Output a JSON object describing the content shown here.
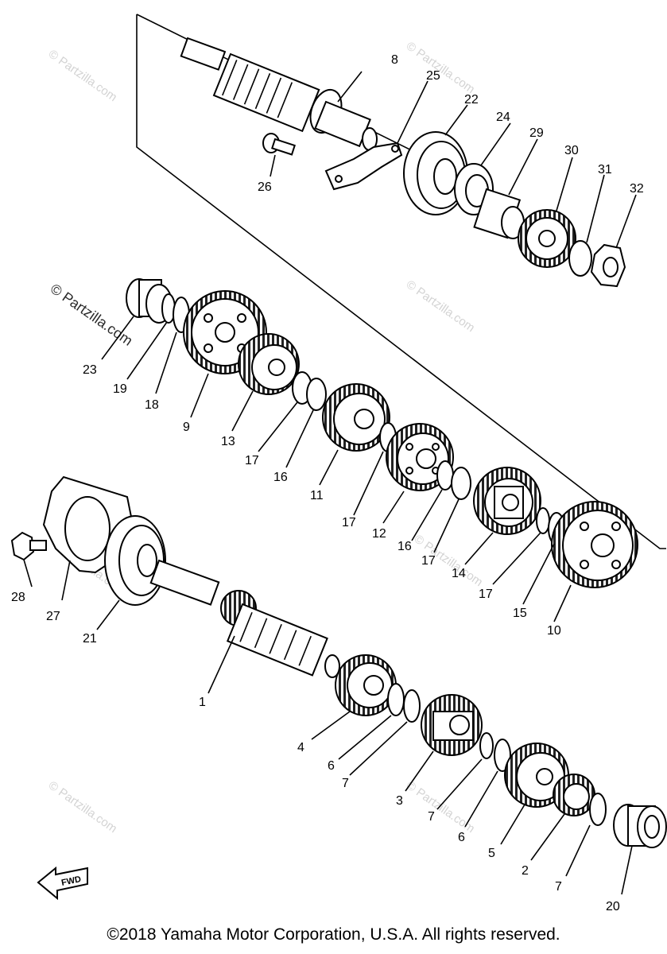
{
  "footer": {
    "copyright": "©2018 Yamaha Motor Corporation, U.S.A. All rights reserved."
  },
  "watermarks": {
    "main": "© Partzilla.com",
    "faint": "© Partzilla.com"
  },
  "fwd_label": "FWD",
  "callouts": [
    {
      "id": "p8",
      "text": "8"
    },
    {
      "id": "p25",
      "text": "25"
    },
    {
      "id": "p22",
      "text": "22"
    },
    {
      "id": "p24",
      "text": "24"
    },
    {
      "id": "p29",
      "text": "29"
    },
    {
      "id": "p30",
      "text": "30"
    },
    {
      "id": "p31",
      "text": "31"
    },
    {
      "id": "p32",
      "text": "32"
    },
    {
      "id": "p26",
      "text": "26"
    },
    {
      "id": "p23",
      "text": "23"
    },
    {
      "id": "p19",
      "text": "19"
    },
    {
      "id": "p18",
      "text": "18"
    },
    {
      "id": "p9",
      "text": "9"
    },
    {
      "id": "p13",
      "text": "13"
    },
    {
      "id": "p17a",
      "text": "17"
    },
    {
      "id": "p16a",
      "text": "16"
    },
    {
      "id": "p11",
      "text": "11"
    },
    {
      "id": "p17b",
      "text": "17"
    },
    {
      "id": "p12",
      "text": "12"
    },
    {
      "id": "p16b",
      "text": "16"
    },
    {
      "id": "p17c",
      "text": "17"
    },
    {
      "id": "p14",
      "text": "14"
    },
    {
      "id": "p17d",
      "text": "17"
    },
    {
      "id": "p15",
      "text": "15"
    },
    {
      "id": "p10",
      "text": "10"
    },
    {
      "id": "p28",
      "text": "28"
    },
    {
      "id": "p27",
      "text": "27"
    },
    {
      "id": "p21",
      "text": "21"
    },
    {
      "id": "p1",
      "text": "1"
    },
    {
      "id": "p4",
      "text": "4"
    },
    {
      "id": "p6a",
      "text": "6"
    },
    {
      "id": "p7a",
      "text": "7"
    },
    {
      "id": "p3",
      "text": "3"
    },
    {
      "id": "p7b",
      "text": "7"
    },
    {
      "id": "p6b",
      "text": "6"
    },
    {
      "id": "p5",
      "text": "5"
    },
    {
      "id": "p2",
      "text": "2"
    },
    {
      "id": "p7c",
      "text": "7"
    },
    {
      "id": "p20",
      "text": "20"
    }
  ]
}
